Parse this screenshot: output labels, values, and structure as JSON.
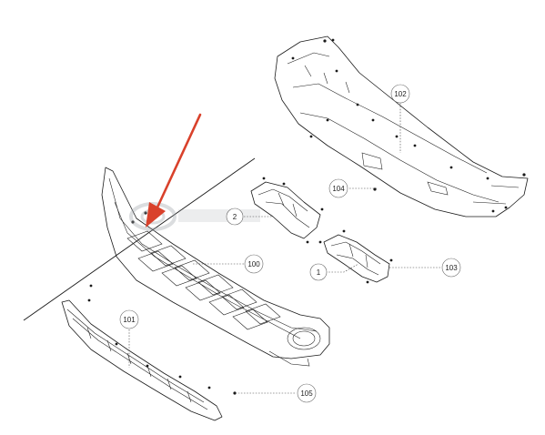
{
  "callouts": {
    "c1": "1",
    "c2": "2",
    "c100": "100",
    "c101": "101",
    "c102": "102",
    "c103": "103",
    "c104": "104",
    "c105": "105"
  },
  "colors": {
    "line": "#1a1a1a",
    "arrow": "#d9412b",
    "watermark": "#9aa0a6"
  },
  "icons": {
    "pointer": "red-arrow-icon",
    "watermark": "watermark-logo-icon"
  }
}
